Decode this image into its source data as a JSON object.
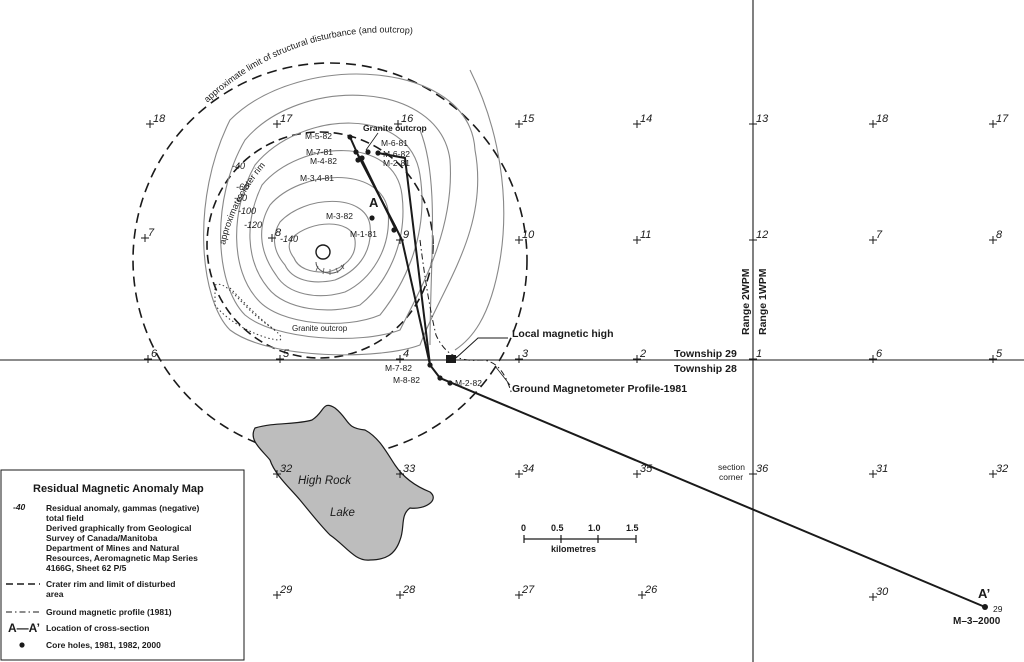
{
  "labels": {
    "crater_rim": "approximate crater rim",
    "structural_limit": "approximate limit of structural disturbance (and outcrop)",
    "granite_outcrop_north": "Granite outcrop",
    "granite_outcrop_south": "Granite outcrop",
    "local_high": "Local magnetic high",
    "ground_profile": "Ground Magnetometer Profile-1981",
    "township_29": "Township 29",
    "township_28": "Township 28",
    "range_2wpm": "Range 2WPM",
    "range_1wpm": "Range 1WPM",
    "lake_line1": "High Rock",
    "lake_line2": "Lake",
    "section_corner_1": "section",
    "section_corner_2": "corner",
    "a_start": "A",
    "a_end": "A’",
    "m3_2000": "M–3–2000"
  },
  "sections": [
    "18",
    "17",
    "16",
    "15",
    "14",
    "13",
    "18",
    "17",
    "7",
    "8",
    "9",
    "10",
    "11",
    "12",
    "7",
    "8",
    "6",
    "5",
    "4",
    "3",
    "2",
    "1",
    "6",
    "5",
    "32",
    "33",
    "34",
    "35",
    "36",
    "31",
    "32",
    "29",
    "28",
    "27",
    "26",
    "30",
    "29"
  ],
  "contours": [
    "-40",
    "-60",
    "-80",
    "-100",
    "-120",
    "-140"
  ],
  "core_holes": [
    "M-5-82",
    "M-7-81",
    "M-4-82",
    "M-6-81",
    "M-6-82",
    "M-2-81",
    "M-3,4-81",
    "M-3-82",
    "M-1-81",
    "M-7-82",
    "M-8-82",
    "M-2-82"
  ],
  "scale": {
    "ticks": [
      "0",
      "0.5",
      "1.0",
      "1.5"
    ],
    "unit": "kilometres"
  },
  "legend": {
    "title": "Residual Magnetic Anomaly Map",
    "contour_symbol": "-40",
    "contour_text": [
      "Residual anomaly, gammas (negative)",
      "total field",
      "Derived graphically from Geological",
      "Survey of Canada/Manitoba",
      "Department of Mines and Natural",
      "Resources, Aeromagnetic Map Series",
      "4166G, Sheet 62 P/5"
    ],
    "rim_text": [
      "Crater rim and limit of disturbed",
      "area"
    ],
    "profile_text": "Ground magnetic profile (1981)",
    "xsection_symbol": "A—A’",
    "xsection_text": "Location of cross-section",
    "cores_text": "Core holes, 1981, 1982, 2000"
  },
  "colors": {
    "line": "#1a1a1a",
    "contour": "#888888",
    "lake": "#bdbdbd",
    "bg": "#ffffff"
  }
}
